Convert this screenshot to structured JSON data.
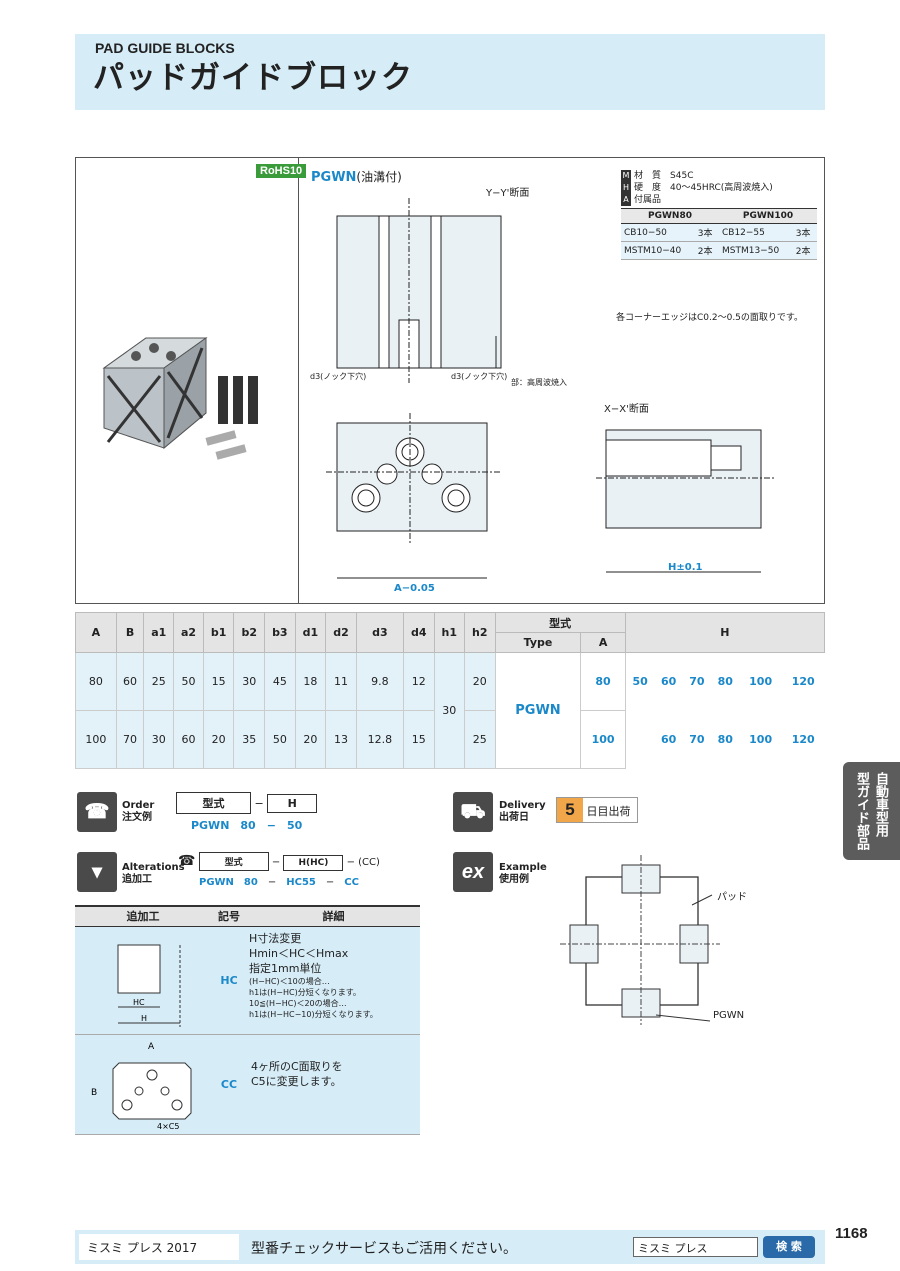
{
  "header": {
    "en": "PAD GUIDE BLOCKS",
    "jp": "パッドガイドブロック"
  },
  "drawing": {
    "rohs": "RoHS10",
    "type_code": "PGWN",
    "type_note": "(油溝付)",
    "section_yy": "Y−Y'断面",
    "section_xx": "X−X'断面",
    "hardened_note": "部：高周波焼入",
    "d3_note": "d3(ノック下穴)",
    "material_label": "材　質",
    "material_value": "S45C",
    "hardness_label": "硬　度",
    "hardness_value": "40〜45HRC(高周波焼入)",
    "accessory_label": "付属品",
    "accessory_header": [
      "PGWN80",
      "PGWN100"
    ],
    "accessory_rows": [
      [
        "CB10−50",
        "3本",
        "CB12−55",
        "3本"
      ],
      [
        "MSTM10−40",
        "2本",
        "MSTM13−50",
        "2本"
      ]
    ],
    "corner_note": "各コーナーエッジはC0.2〜0.5の面取りです。",
    "dim_h": "H±0.1",
    "dim_a": "A−0.05"
  },
  "spec": {
    "headers": [
      "A",
      "B",
      "a1",
      "a2",
      "b1",
      "b2",
      "b3",
      "d1",
      "d2",
      "d3",
      "d4",
      "h1",
      "h2"
    ],
    "type_header": "型式",
    "type_sub": "Type",
    "a_sub": "A",
    "h_header": "H",
    "rows": [
      [
        "80",
        "60",
        "25",
        "50",
        "15",
        "30",
        "45",
        "18",
        "11",
        "9.8",
        "12",
        "20"
      ],
      [
        "100",
        "70",
        "30",
        "60",
        "20",
        "35",
        "50",
        "20",
        "13",
        "12.8",
        "15",
        "25"
      ]
    ],
    "h1_shared": "30",
    "type": "PGWN",
    "a_values": [
      "80",
      "100"
    ],
    "h_values": [
      [
        "50",
        "60",
        "70",
        "80",
        "100",
        "120"
      ],
      [
        "",
        "60",
        "70",
        "80",
        "100",
        "120"
      ]
    ]
  },
  "order": {
    "label_en": "Order",
    "label_jp": "注文例",
    "box1": "型式",
    "box2": "H",
    "dash": "−",
    "val1": "PGWN",
    "val2": "80",
    "val3": "50"
  },
  "delivery": {
    "label_en": "Delivery",
    "label_jp": "出荷日",
    "days": "5",
    "unit": "日目出荷"
  },
  "alterations": {
    "label_en": "Alterations",
    "label_jp": "追加工",
    "box1": "型式",
    "box2": "H(HC)",
    "box3": "(CC)",
    "val1": "PGWN",
    "val2": "80",
    "val3": "HC55",
    "val4": "CC"
  },
  "example": {
    "label_en": "Example",
    "label_jp": "使用例",
    "pad_label": "パッド",
    "pgwn_label": "PGWN"
  },
  "alt_table": {
    "headers": [
      "追加工",
      "記号",
      "詳細"
    ],
    "rows": [
      {
        "code": "HC",
        "lines": [
          "H寸法変更",
          "Hmin＜HC＜Hmax",
          "指定1mm単位"
        ],
        "small": [
          "(H−HC)＜10の場合…",
          "h1は(H−HC)分短くなります。",
          "10≦(H−HC)＜20の場合…",
          "h1は(H−HC−10)分短くなります。"
        ]
      },
      {
        "code": "CC",
        "lines": [
          "4ヶ所のC面取りを",
          "C5に変更します。"
        ],
        "small": []
      }
    ]
  },
  "side_tab": "自動車型用 型ガイド部品",
  "footer": {
    "brand": "ミスミ プレス 2017",
    "message": "型番チェックサービスもご活用ください。",
    "search": "ミスミ プレス",
    "button": "検 索"
  },
  "page_number": "1168"
}
